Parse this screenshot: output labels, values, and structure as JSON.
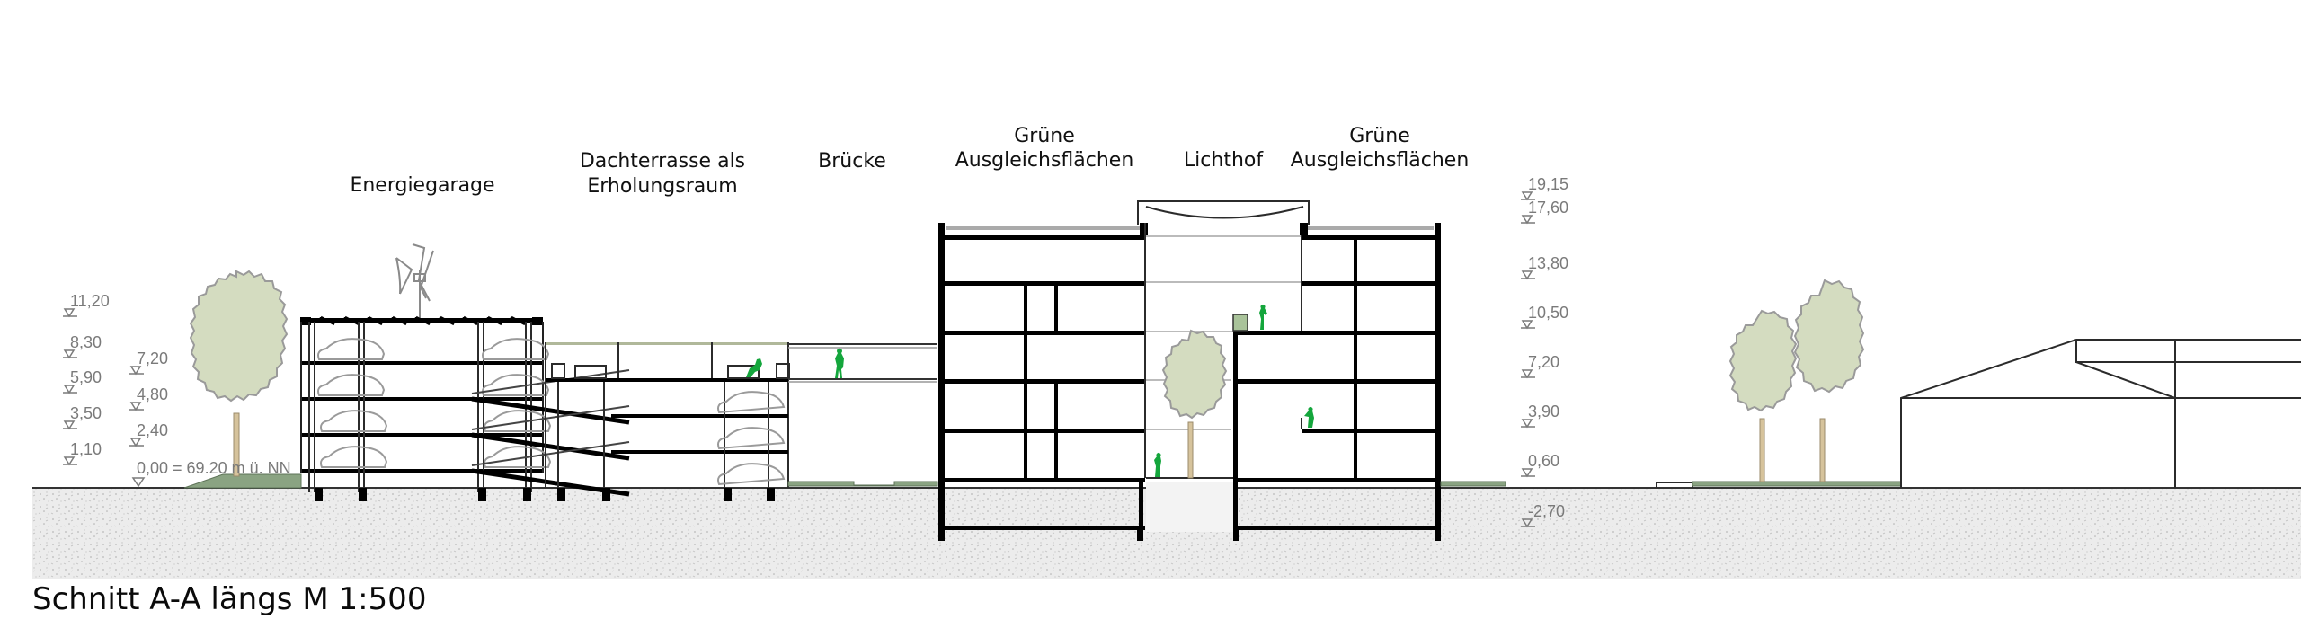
{
  "title": "Schnitt A-A längs M 1:500",
  "zones": [
    {
      "id": "energiegarage",
      "lines": [
        "Energiegarage"
      ]
    },
    {
      "id": "dachterrasse",
      "lines": [
        "Dachterrasse als",
        "Erholungsraum"
      ]
    },
    {
      "id": "bruecke",
      "lines": [
        "Brücke"
      ]
    },
    {
      "id": "gruene-1",
      "lines": [
        "Grüne",
        "Ausgleichsflächen"
      ]
    },
    {
      "id": "lichthof",
      "lines": [
        "Lichthof"
      ]
    },
    {
      "id": "gruene-2",
      "lines": [
        "Grüne",
        "Ausgleichsflächen"
      ]
    }
  ],
  "levels_left_outer": [
    "11,20",
    "8,30",
    "5,90",
    "3,50",
    "1,10"
  ],
  "levels_left_inner": [
    "7,20",
    "4,80",
    "2,40"
  ],
  "datum_label": "0,00 = 69.20 m ü. NN",
  "levels_right": [
    "19,15",
    "17,60",
    "13,80",
    "10,50",
    "7,20",
    "3,90",
    "0,60",
    "-2,70"
  ],
  "colors": {
    "structure": "#000000",
    "people": "#14a63c",
    "tree_crown": "#d4dcc0",
    "grass": "#8aa382",
    "soil": "#e6e6e6",
    "annotation": "#7a7a7a"
  }
}
